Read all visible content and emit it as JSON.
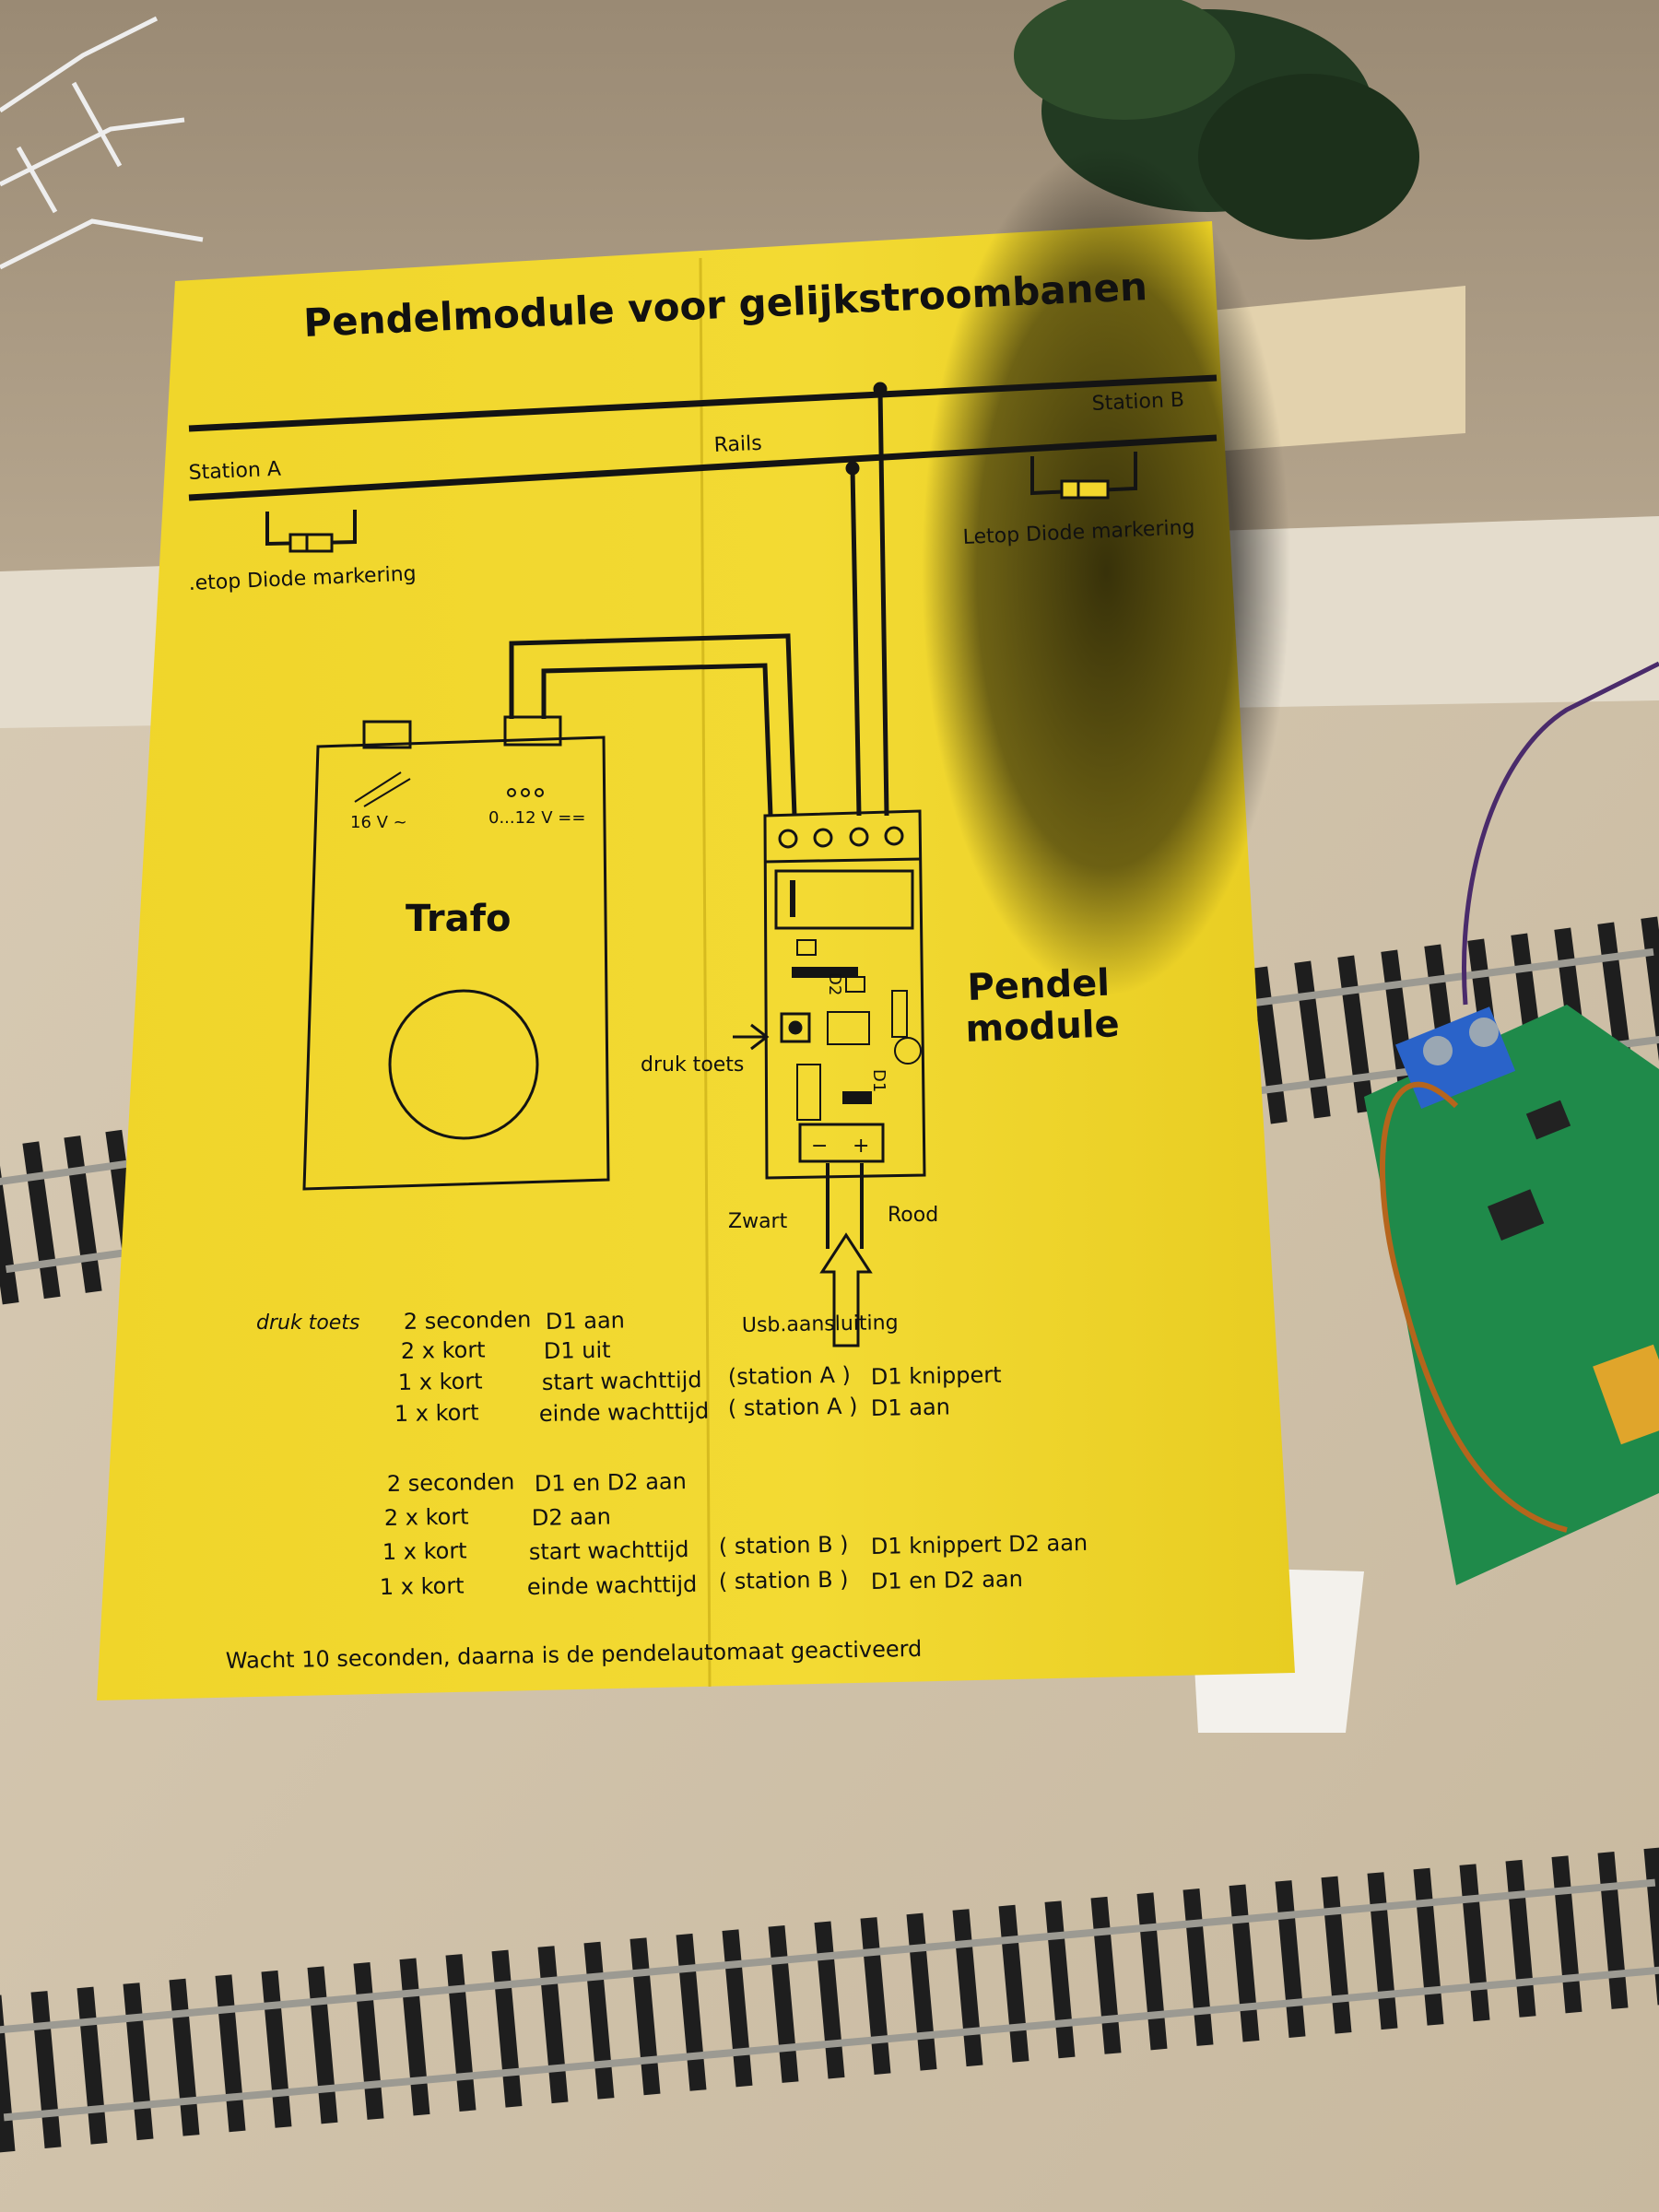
{
  "sheet": {
    "title": "Pendelmodule voor gelijkstroombanen",
    "rails_label": "Rails",
    "station_a": "Station A",
    "station_b": "Station B",
    "diode_note_a": ".etop Diode markering",
    "diode_note_b": "Letop Diode markering",
    "trafo_label": "Trafo",
    "trafo_ac_label": "16 V ~",
    "trafo_dc_label": "0...12 V ==",
    "module_label_1": "Pendel",
    "module_label_2": "module",
    "button_label": "druk toets",
    "d1_label": "D1",
    "d2_label": "D2",
    "minus_label": "−",
    "plus_label": "+",
    "wire_black": "Zwart",
    "wire_red": "Rood",
    "usb_label": "Usb.aansluiting",
    "instructions_header": "druk toets",
    "instructions": [
      {
        "press": "2 seconden",
        "action": "D1 aan",
        "station": "",
        "result": ""
      },
      {
        "press": "2 x kort",
        "action": "D1 uit",
        "station": "",
        "result": ""
      },
      {
        "press": "1 x kort",
        "action": "start wachttijd",
        "station": "(station A )",
        "result": "D1 knippert"
      },
      {
        "press": "1 x kort",
        "action": "einde wachttijd",
        "station": "( station A )",
        "result": "D1 aan"
      },
      {
        "press": "2 seconden",
        "action": "D1 en D2 aan",
        "station": "",
        "result": ""
      },
      {
        "press": "2 x kort",
        "action": "D2 aan",
        "station": "",
        "result": ""
      },
      {
        "press": "1 x kort",
        "action": "start wachttijd",
        "station": "( station  B )",
        "result": "D1 knippert  D2  aan"
      },
      {
        "press": "1 x kort",
        "action": "einde wachttijd",
        "station": "( station B )",
        "result": "D1 en D2 aan"
      }
    ],
    "footer": "Wacht 10 seconden, daarna is de pendelautomaat geactiveerd"
  },
  "colors": {
    "paper": "#f2d62c",
    "ink": "#141414",
    "table_wood": "#d8cbb6",
    "pcb": "#1f8a4a",
    "terminal": "#2a63c9"
  },
  "icons": [
    "track-icon",
    "diode-icon",
    "knob-icon",
    "arrow-icon"
  ]
}
